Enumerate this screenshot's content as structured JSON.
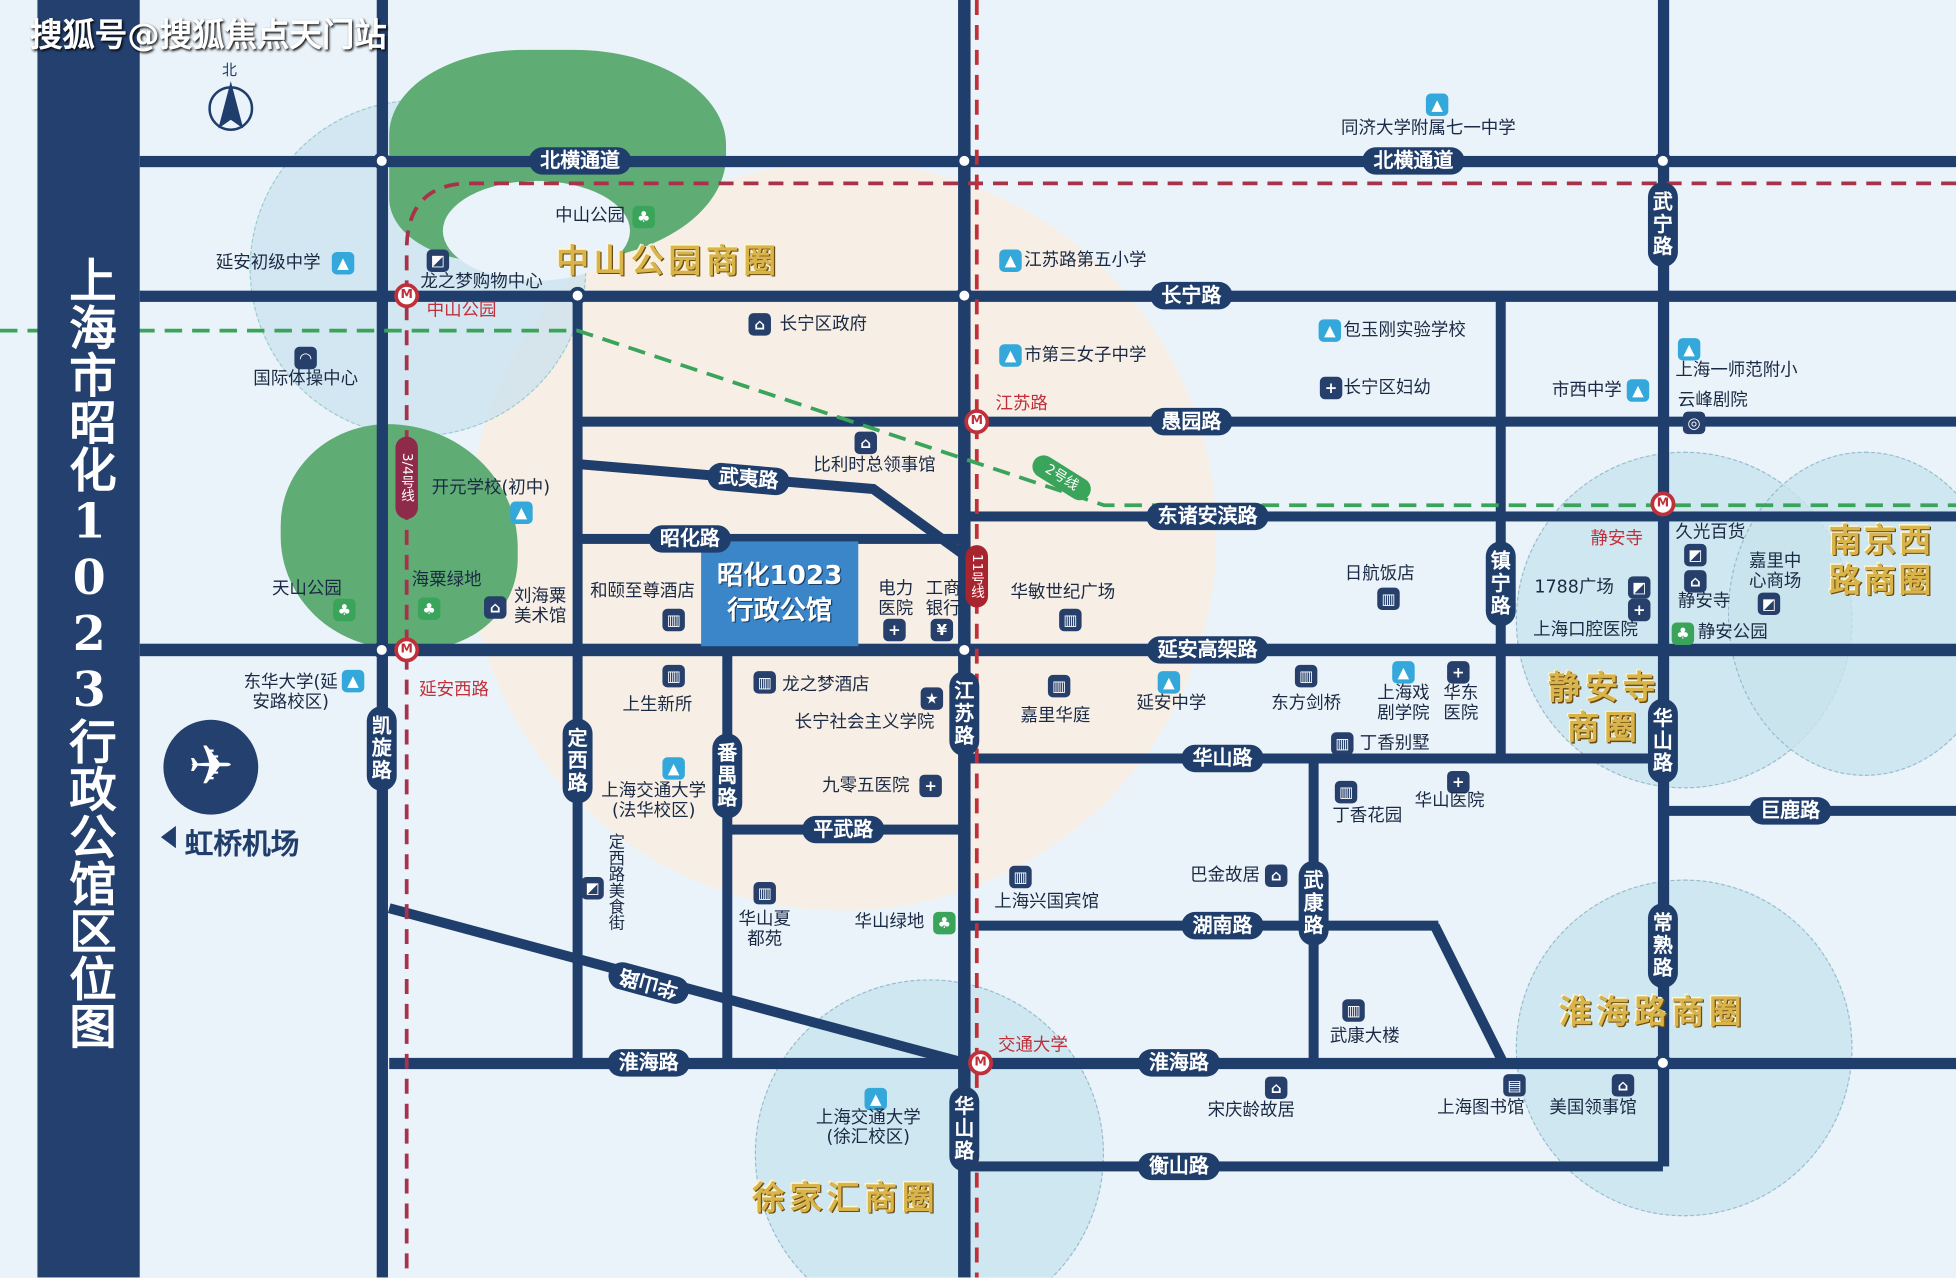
{
  "watermark": "搜狐号@搜狐焦点天门站",
  "title": "上海市昭化1023行政公馆区位图",
  "compass": "北",
  "airport": "虹桥机场",
  "project": {
    "line1": "昭化1023",
    "line2": "行政公馆"
  },
  "colors": {
    "road": "#203e6b",
    "sidebar": "#24406e",
    "metro_red": "#c0303a",
    "metro_green": "#3aa55a",
    "district_gold": "#d9b44a",
    "project": "#3b86c8"
  },
  "roads": {
    "beiheng": "北横通道",
    "changning": "长宁路",
    "yuyuan": "愚园路",
    "dongzhu": "东诸安滨路",
    "wuyi": "武夷路",
    "zhaohua": "昭化路",
    "yanan": "延安高架路",
    "huashan": "华山路",
    "pingwu": "平武路",
    "julu": "巨鹿路",
    "hunan": "湖南路",
    "huaihai": "淮海路",
    "hengshan": "衡山路",
    "kaixuan": "凯旋路",
    "dingxi": "定西路",
    "panyu": "番禺路",
    "jiangsu": "江苏路",
    "wukang": "武康路",
    "zhenning": "镇宁路",
    "wuning": "武宁路",
    "changshu": "常熟路"
  },
  "metro": {
    "stations": [
      "中山公园",
      "江苏路",
      "静安寺",
      "延安西路",
      "交通大学"
    ],
    "lines": [
      "3/4号线",
      "2号线",
      "11号线"
    ]
  },
  "districts": [
    "中山公园商圈",
    "南京西路商圈",
    "静安寺商圈",
    "淮海路商圈",
    "徐家汇商圈"
  ],
  "pois": [
    "同济大学附属七一中学",
    "中山公园",
    "延安初级中学",
    "龙之梦购物中心",
    "江苏路第五小学",
    "长宁区政府",
    "包玉刚实验学校",
    "市第三女子中学",
    "长宁区妇幼",
    "市西中学",
    "上海一师范附小",
    "云峰剧院",
    "国际体操中心",
    "比利时总领事馆",
    "开元学校(初中)",
    "天山公园",
    "海粟绿地",
    "刘海粟美术馆",
    "和颐至尊酒店",
    "电力医院",
    "工商银行",
    "华敏世纪广场",
    "日航饭店",
    "1788广场",
    "上海口腔医院",
    "久光百货",
    "静安寺",
    "嘉里中心商场",
    "静安公园",
    "东华大学(延安路校区)",
    "上生新所",
    "龙之梦酒店",
    "长宁社会主义学院",
    "嘉里华庭",
    "延安中学",
    "东方剑桥",
    "上海戏剧学院",
    "华东医院",
    "丁香别墅",
    "上海交通大学(法华校区)",
    "九零五医院",
    "华山医院",
    "丁香花园",
    "巴金故居",
    "上海兴国宾馆",
    "华山夏都苑",
    "华山绿地",
    "定西路美食街",
    "武康大楼",
    "宋庆龄故居",
    "上海图书馆",
    "美国领事馆",
    "上海交通大学(徐汇校区)"
  ]
}
